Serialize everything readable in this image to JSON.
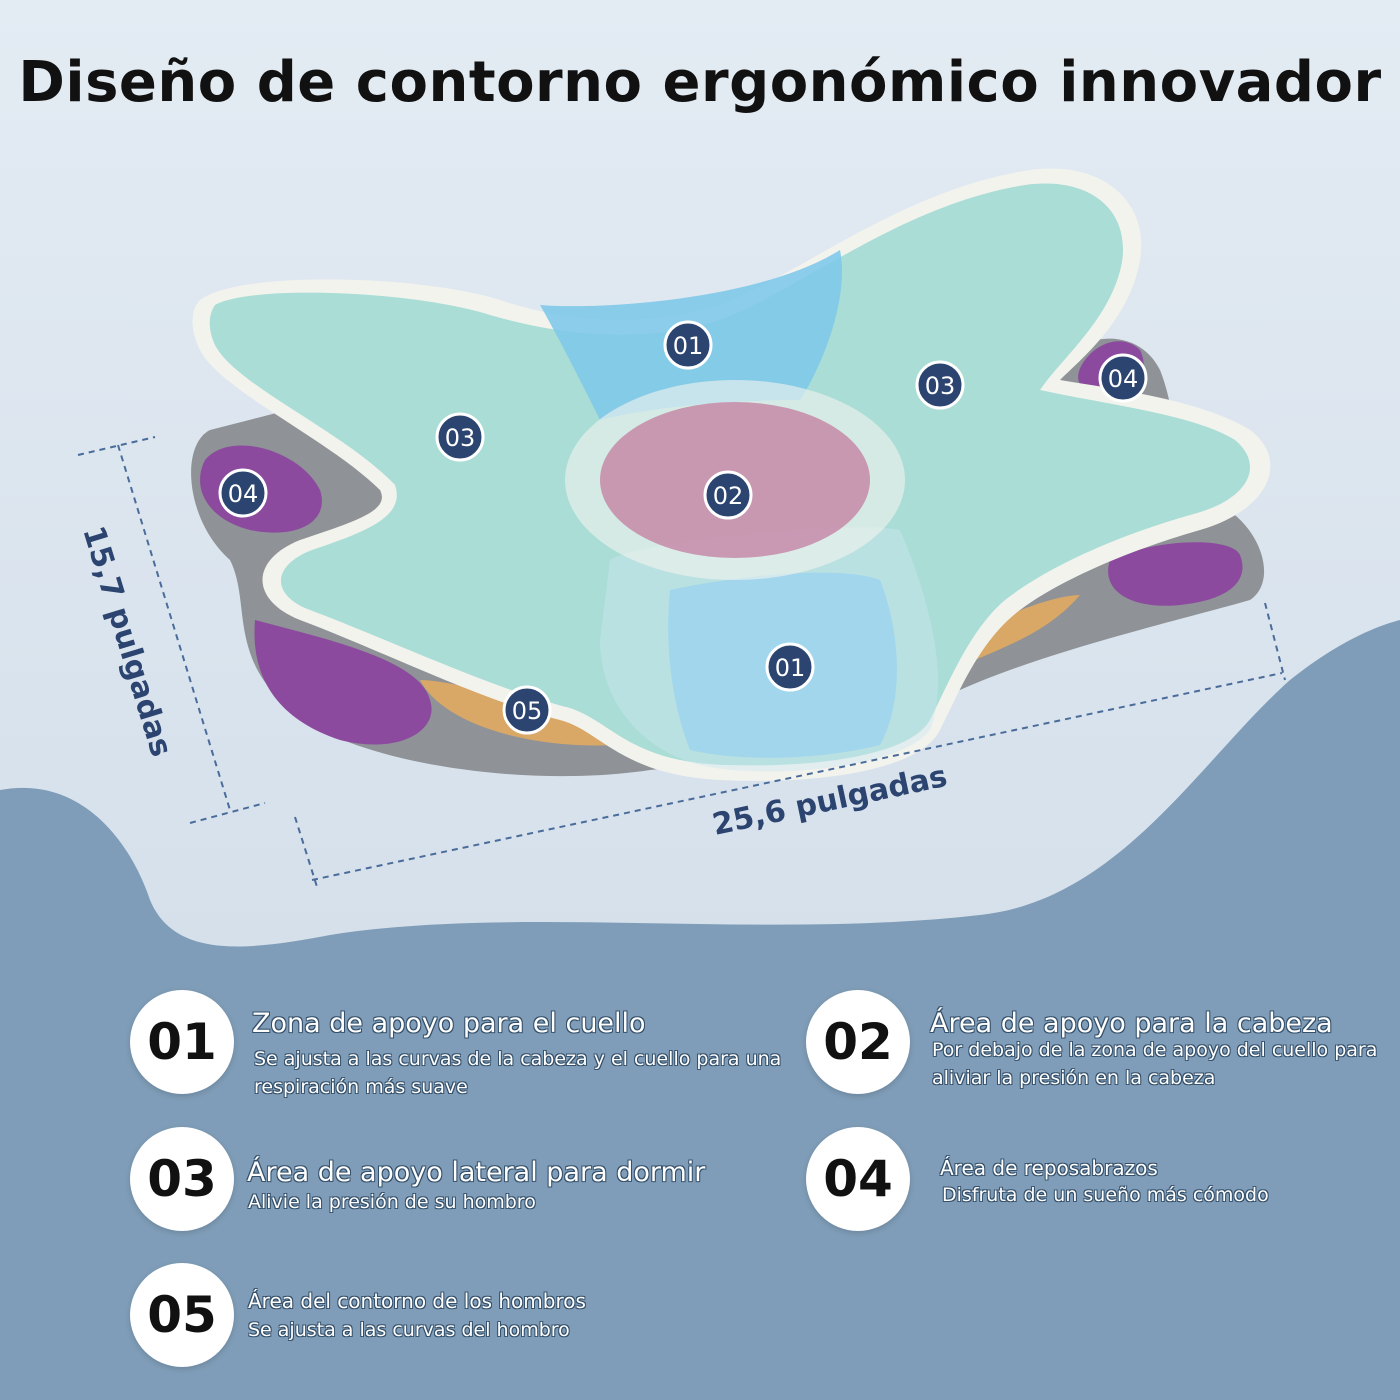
{
  "title": "Diseño de contorno ergonómico innovador",
  "dimensions": {
    "depth": "15,7 pulgadas",
    "width": "25,6 pulgadas"
  },
  "zone_markers": {
    "neck_top": "01",
    "neck_bottom": "01",
    "head": "02",
    "side_left": "03",
    "side_right": "03",
    "arm_left": "04",
    "arm_right": "04",
    "shoulder": "05"
  },
  "features": [
    {
      "number": "01",
      "title": "Zona de apoyo para el cuello",
      "description": "Se ajusta a las curvas de la cabeza y el cuello para una respiración más suave"
    },
    {
      "number": "02",
      "title": "Área de apoyo para la cabeza",
      "description": "Por debajo de la zona de apoyo del cuello para aliviar la presión en la cabeza"
    },
    {
      "number": "03",
      "title": "Área de apoyo lateral para dormir",
      "description": "Alivie la presión de su hombro"
    },
    {
      "number": "04",
      "title": "Área de reposabrazos",
      "description": "Disfruta de un sueño más cómodo"
    },
    {
      "number": "05",
      "title": "Área del contorno de los hombros",
      "description": "Se ajusta a las curvas del hombro"
    }
  ],
  "colors": {
    "background_top": "#dfe8f1",
    "background_bottom": "#7f9db8",
    "pillow_mint": "#a9ddd6",
    "neck_blue": "#7fc9e9",
    "head_pink": "#c58aa8",
    "arm_purple": "#8c4a9e",
    "shoulder_gold": "#d9a766",
    "marker_navy": "#2c4470"
  }
}
